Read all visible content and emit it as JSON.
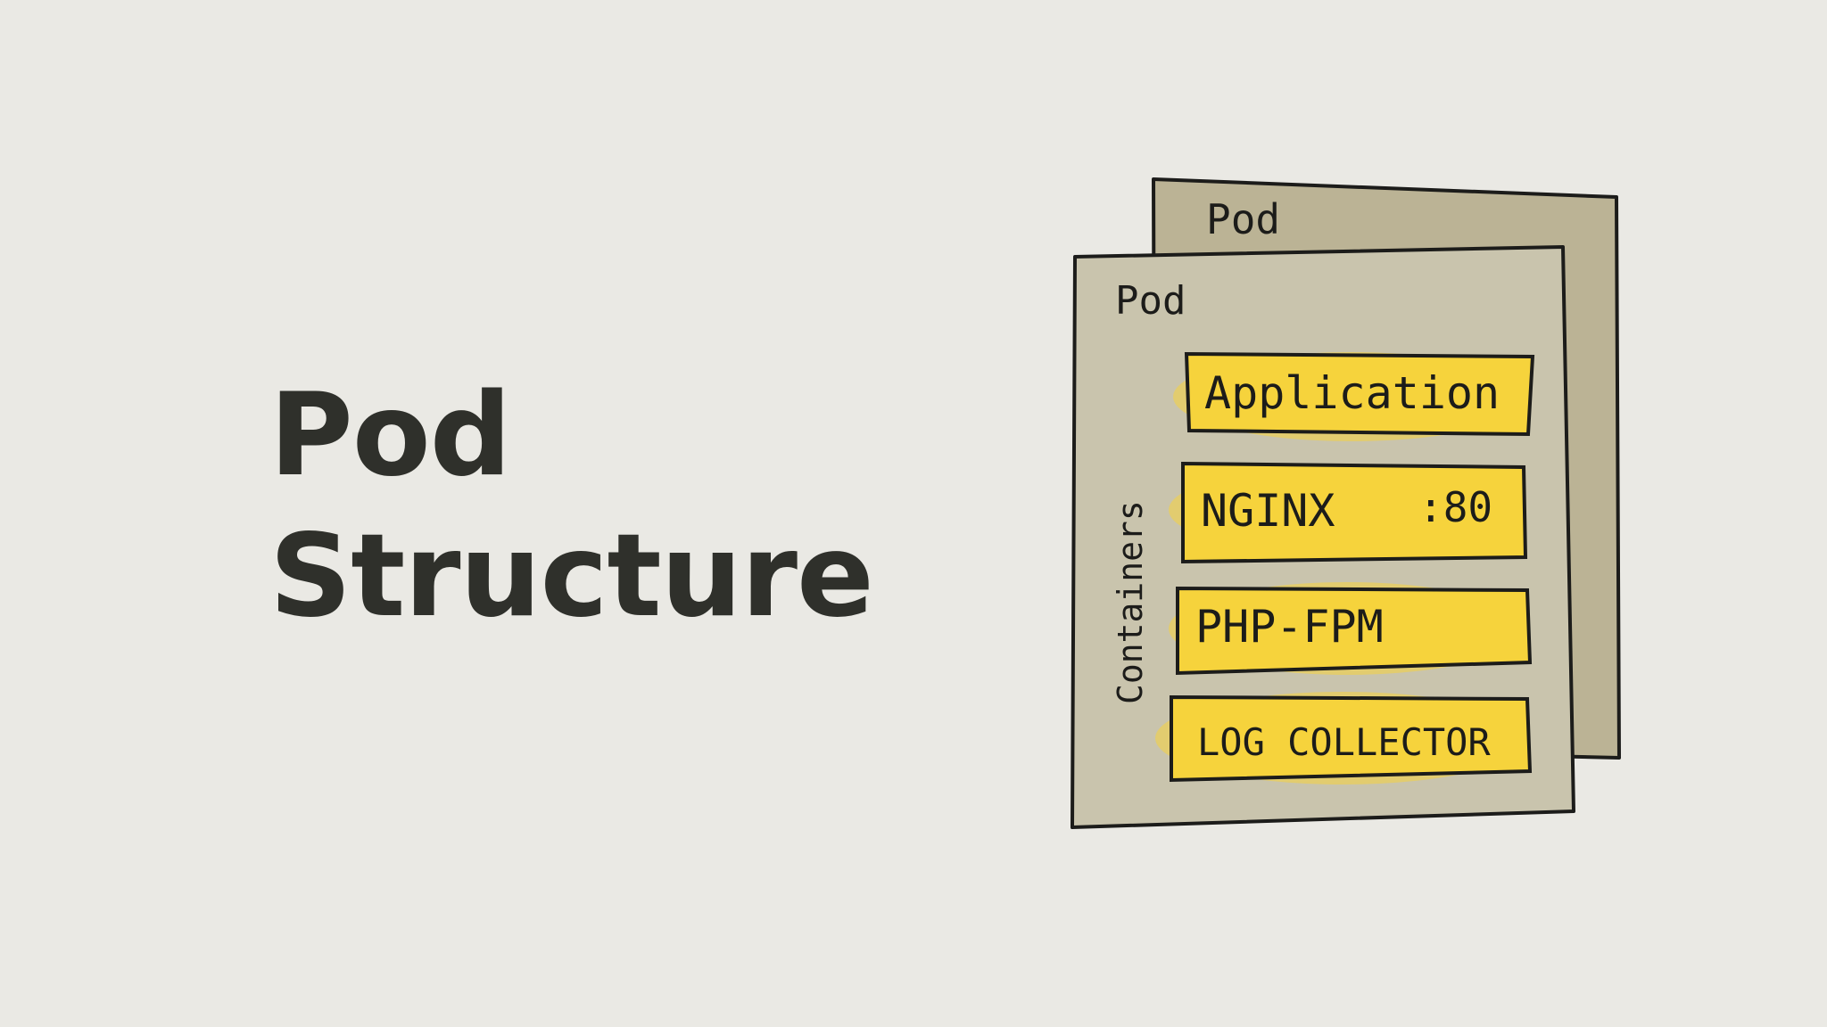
{
  "slide": {
    "title_line1": "Pod",
    "title_line2": "Structure"
  },
  "diagram": {
    "back_pod_label": "Pod",
    "front_pod_label": "Pod",
    "containers_label": "Containers",
    "containers": [
      {
        "label": "Application"
      },
      {
        "label": "NGINX",
        "port": ":80"
      },
      {
        "label": "PHP-FPM"
      },
      {
        "label": "LOG COLLECTOR"
      }
    ],
    "colors": {
      "background": "#eae9e4",
      "pod_fill": "#c9c4ad",
      "back_pod_fill": "#bbb395",
      "container_fill": "#f6d33c",
      "ink": "#1c1c1a",
      "title": "#2f302b"
    }
  }
}
